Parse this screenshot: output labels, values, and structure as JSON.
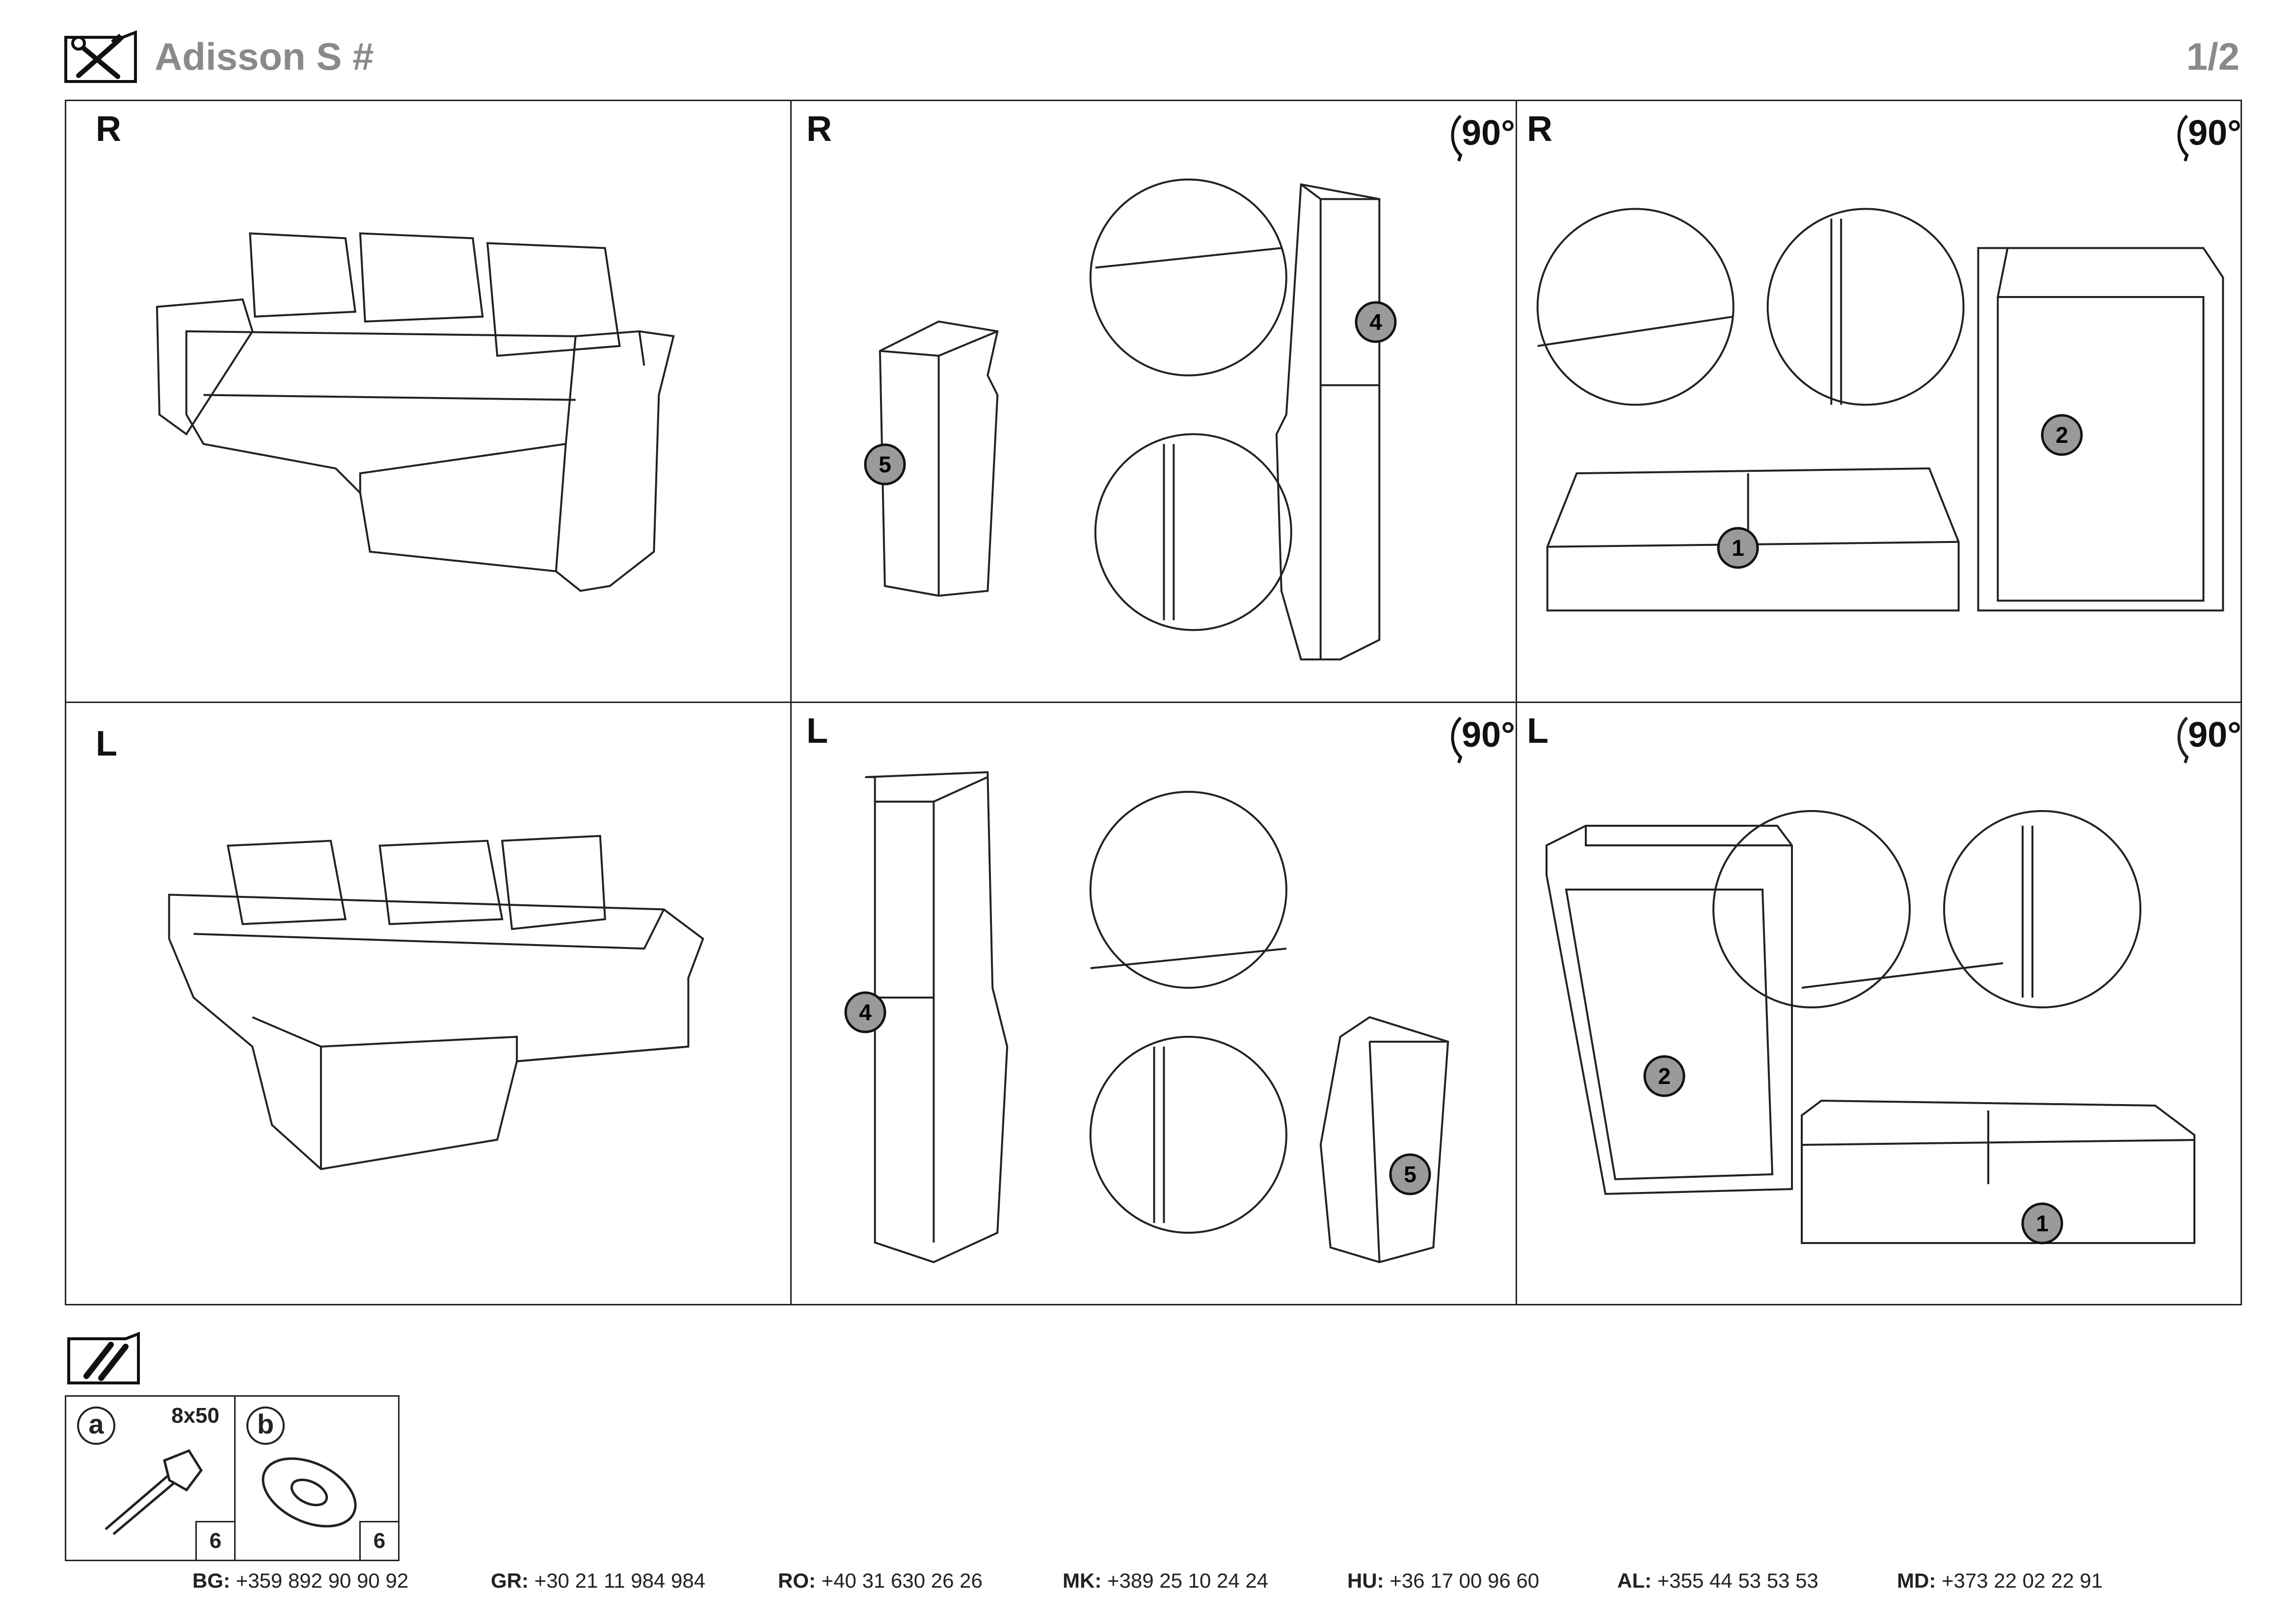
{
  "header": {
    "title": "Adisson S #",
    "page": "1/2",
    "icon": "tools-icon"
  },
  "panels": {
    "top_row_label": "R",
    "bottom_row_label": "L",
    "rotation": "90°",
    "part_numbers": [
      "1",
      "2",
      "4",
      "5"
    ]
  },
  "parts": {
    "icon": "hardware-icon",
    "items": [
      {
        "letter": "a",
        "size": "8x50",
        "qty": "6",
        "name": "bolt"
      },
      {
        "letter": "b",
        "size": "",
        "qty": "6",
        "name": "washer"
      }
    ]
  },
  "contacts": [
    {
      "code": "BG:",
      "phone": "+359 892 90 90 92"
    },
    {
      "code": "GR:",
      "phone": "+30 21 11 984 984"
    },
    {
      "code": "RO:",
      "phone": "+40 31 630 26 26"
    },
    {
      "code": "MK:",
      "phone": "+389 25 10 24 24"
    },
    {
      "code": "HU:",
      "phone": "+36 17 00 96 60"
    },
    {
      "code": "AL:",
      "phone": "+355 44 53 53 53"
    },
    {
      "code": "MD:",
      "phone": "+373 22 02 22 91"
    }
  ]
}
